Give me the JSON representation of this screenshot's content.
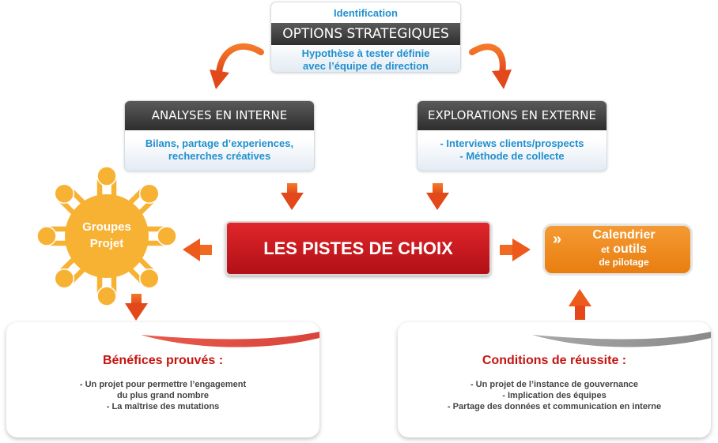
{
  "top": {
    "kicker": "Identification",
    "title": "OPTIONS STRATEGIQUES",
    "lines": [
      "Hypothèse à tester définie",
      "avec l’équipe de direction"
    ]
  },
  "internal": {
    "title": "ANALYSES EN INTERNE",
    "lines": [
      "Bilans, partage d’experiences,",
      "recherches créatives"
    ]
  },
  "external": {
    "title": "EXPLORATIONS EN EXTERNE",
    "lines": [
      "- Interviews clients/prospects",
      "- Méthode de collecte"
    ]
  },
  "main": {
    "label": "LES PISTES DE CHOIX"
  },
  "groups": {
    "lines": [
      "Groupes",
      "Projet"
    ]
  },
  "calendar": {
    "icon": "double-chevron-icon",
    "chevrons": "»",
    "line1": "Calendrier",
    "line2a": "et",
    "line2b": "outils",
    "line3": "de pilotage"
  },
  "benefits": {
    "title": "Bénéfices prouvés :",
    "lines": [
      "- Un projet pour permettre l’engagement",
      "du plus grand nombre",
      "- La maîtrise des mutations"
    ]
  },
  "conditions": {
    "title": "Conditions de réussite :",
    "lines": [
      "- Un projet de l’instance de gouvernance",
      "- Implication des équipes",
      "- Partage des données et communication en interne"
    ]
  },
  "colors": {
    "arrow": "#ee5a1c",
    "orange": "#ef8a1b",
    "red": "#c5140f",
    "blue": "#1f8fcf",
    "group": "#f7b234"
  }
}
